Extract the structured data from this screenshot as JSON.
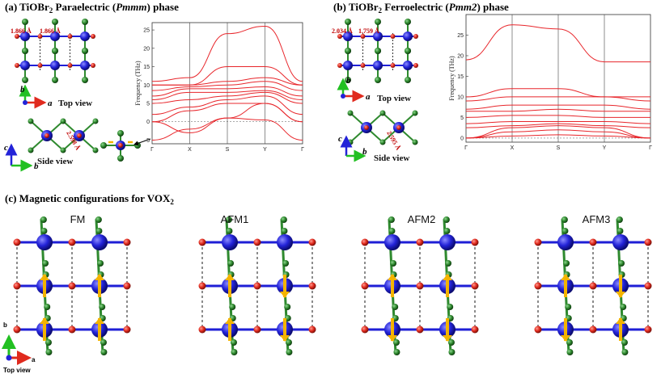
{
  "panel_a": {
    "label": "(a) TiOBr",
    "sub": "2",
    "mid": " Paraelectric (",
    "italic": "Pmmm",
    "end": ") phase",
    "bond1": "1.866 Å",
    "bond2": "1.866 Å",
    "bond_side": "2.598 Å",
    "top_view": "Top view",
    "side_view": "Side view",
    "axis_b": "b",
    "axis_a": "a",
    "axis_c": "c",
    "axis_b2": "b"
  },
  "panel_b": {
    "label": "(b) TiOBr",
    "sub": "2",
    "mid": " Ferroelectric (",
    "italic": "Pmm2",
    "end": ") phase",
    "bond1": "2.034 Å",
    "bond2": "1.759 Å",
    "bond_side": "2.595 Å",
    "top_view": "Top view",
    "side_view": "Side view",
    "axis_b": "b",
    "axis_a": "a",
    "axis_c": "c",
    "axis_b2": "b"
  },
  "panel_c": {
    "label": "(c) Magnetic configurations for VOX",
    "sub": "2",
    "configs": [
      "FM",
      "AFM1",
      "AFM2",
      "AFM3"
    ],
    "axis_b": "b",
    "axis_a": "a",
    "top_view": "Top view"
  },
  "colors": {
    "band": "#e8262b",
    "ti": "#1f1fd6",
    "o": "#e23b2e",
    "br": "#2f8a2f",
    "spin": "#f4b400",
    "dim_text": "#c00000"
  },
  "chart_data": [
    {
      "type": "line",
      "ylabel": "Frequency (THz)",
      "categories": [
        "Γ",
        "X",
        "S",
        "Y",
        "Γ"
      ],
      "ylim": [
        -6,
        27
      ],
      "yticks": [
        -5,
        0,
        5,
        10,
        15,
        20,
        25
      ],
      "x": [
        0,
        0.25,
        0.5,
        0.75,
        1
      ],
      "series": [
        {
          "values": [
            -5,
            -2,
            1,
            0.5,
            -5
          ]
        },
        {
          "values": [
            0,
            -3,
            1,
            5,
            0
          ]
        },
        {
          "values": [
            0,
            3,
            5,
            5,
            0
          ]
        },
        {
          "values": [
            2,
            4,
            6,
            7,
            2
          ]
        },
        {
          "values": [
            5,
            6,
            7,
            8,
            5
          ]
        },
        {
          "values": [
            6,
            8,
            8,
            8.5,
            6
          ]
        },
        {
          "values": [
            7,
            9,
            9,
            9.5,
            7
          ]
        },
        {
          "values": [
            8.5,
            9.5,
            10,
            11,
            8.5
          ]
        },
        {
          "values": [
            10,
            10,
            11,
            12,
            10
          ]
        },
        {
          "values": [
            10,
            10,
            15,
            15,
            10
          ]
        },
        {
          "values": [
            11,
            12,
            24,
            26,
            11
          ]
        }
      ]
    },
    {
      "type": "line",
      "ylabel": "Frequency (THz)",
      "categories": [
        "Γ",
        "X",
        "S",
        "Y",
        "Γ"
      ],
      "ylim": [
        -1,
        30
      ],
      "yticks": [
        0,
        5,
        10,
        15,
        20,
        25
      ],
      "x": [
        0,
        0.25,
        0.5,
        0.75,
        1
      ],
      "series": [
        {
          "values": [
            0,
            0.5,
            0.8,
            0.5,
            0
          ]
        },
        {
          "values": [
            0,
            1.5,
            2,
            1.5,
            0
          ]
        },
        {
          "values": [
            0,
            2.5,
            3,
            2.5,
            0
          ]
        },
        {
          "values": [
            2.5,
            3,
            3.5,
            3,
            2.5
          ]
        },
        {
          "values": [
            3.5,
            4,
            4,
            4,
            3.5
          ]
        },
        {
          "values": [
            5,
            5.5,
            5.5,
            5,
            5
          ]
        },
        {
          "values": [
            6.5,
            6.5,
            7,
            6.5,
            6.5
          ]
        },
        {
          "values": [
            7,
            8,
            8,
            8,
            7
          ]
        },
        {
          "values": [
            9,
            10,
            10,
            10,
            9
          ]
        },
        {
          "values": [
            10,
            12,
            12,
            10,
            10
          ]
        },
        {
          "values": [
            19,
            27.5,
            26.5,
            18.5,
            18.5
          ]
        }
      ]
    }
  ]
}
